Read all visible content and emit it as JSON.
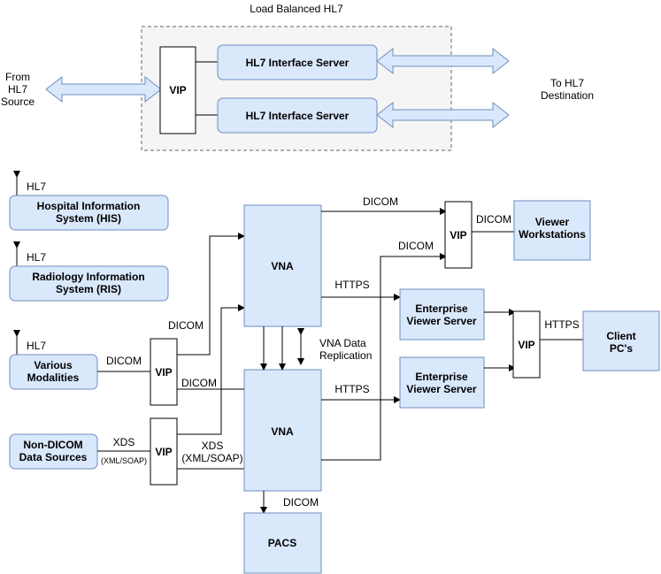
{
  "title": "Load Balanced HL7",
  "from_label": [
    "From",
    "HL7",
    "Source"
  ],
  "to_label": [
    "To HL7",
    "Destination"
  ],
  "vip": "VIP",
  "hl7_server": "HL7 Interface Server",
  "hl7": "HL7",
  "his": [
    "Hospital Information",
    "System (HIS)"
  ],
  "ris": [
    "Radiology Information",
    "System (RIS)"
  ],
  "modalities": [
    "Various",
    "Modalities"
  ],
  "non_dicom": [
    "Non-DICOM",
    "Data Sources"
  ],
  "vna": "VNA",
  "pacs": "PACS",
  "viewer": [
    "Viewer",
    "Workstations"
  ],
  "enterprise": [
    "Enterprise",
    "Viewer Server"
  ],
  "client": [
    "Client",
    "PC's"
  ],
  "dicom": "DICOM",
  "https": "HTTPS",
  "xds": "XDS",
  "xml_soap": "(XML/SOAP)",
  "vna_replication": [
    "VNA Data",
    "Replication"
  ],
  "colors": {
    "box_fill": "#dae8fc",
    "box_stroke": "#6c8ebf",
    "group_fill": "#f5f5f5",
    "group_stroke": "#666666"
  }
}
